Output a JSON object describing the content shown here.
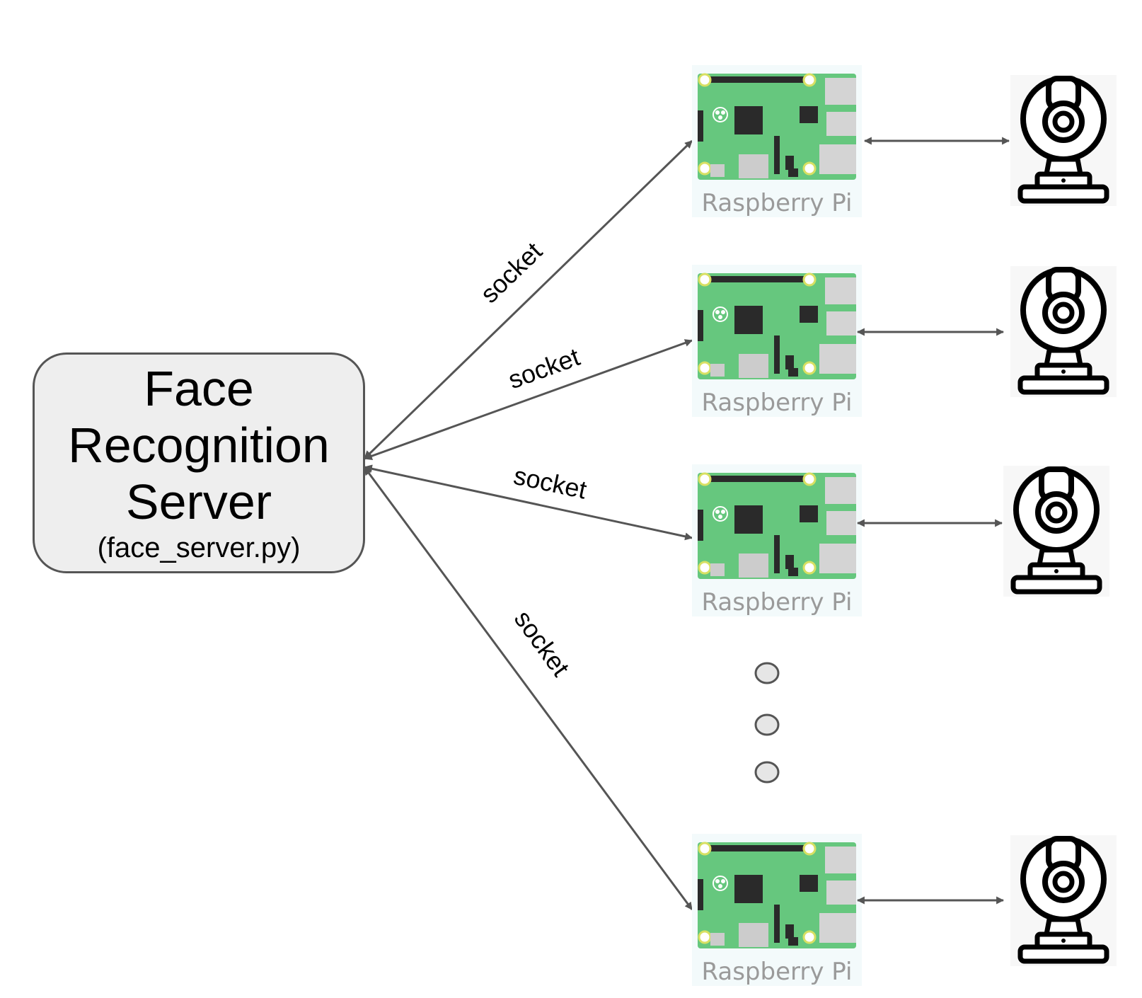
{
  "server": {
    "title_lines": [
      "Face",
      "Recognition",
      "Server"
    ],
    "subtitle": "(face_server.py)"
  },
  "links": [
    {
      "label": "socket"
    },
    {
      "label": "socket"
    },
    {
      "label": "socket"
    },
    {
      "label": "socket"
    }
  ],
  "nodes": [
    {
      "label": "Raspberry Pi",
      "icon": "raspberry-pi-board-icon",
      "camera_icon": "webcam-icon"
    },
    {
      "label": "Raspberry Pi",
      "icon": "raspberry-pi-board-icon",
      "camera_icon": "webcam-icon"
    },
    {
      "label": "Raspberry Pi",
      "icon": "raspberry-pi-board-icon",
      "camera_icon": "webcam-icon"
    },
    {
      "label": "Raspberry Pi",
      "icon": "raspberry-pi-board-icon",
      "camera_icon": "webcam-icon"
    }
  ],
  "colors": {
    "board_green": "#66c77e",
    "board_bg": "#f3fafb",
    "arrow": "#555555",
    "server_fill": "#eeeeee",
    "ellipsis_fill": "#e6e6e6"
  }
}
